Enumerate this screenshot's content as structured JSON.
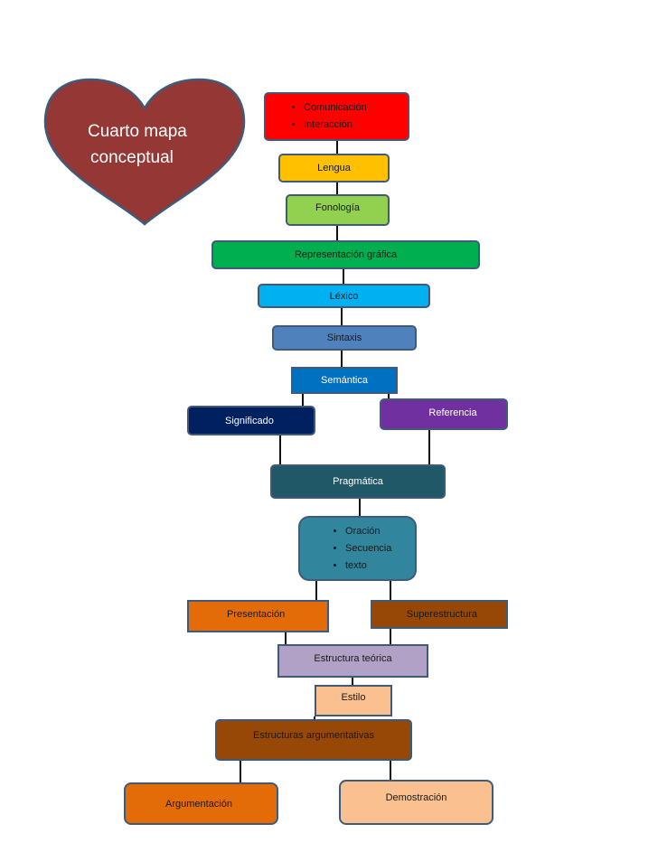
{
  "title": {
    "line1": "Cuarto mapa",
    "line2": "conceptual",
    "heart_color": "#953735"
  },
  "nodes": {
    "comunicacion": {
      "items": [
        "Comunicación",
        "Interacción"
      ],
      "color": "#ff0000"
    },
    "lengua": {
      "label": "Lengua",
      "color": "#ffc000"
    },
    "fonologia": {
      "label": "Fonología",
      "color": "#92d050"
    },
    "representacion": {
      "label": "Representación gráfica",
      "color": "#00b050"
    },
    "lexico": {
      "label": "Léxico",
      "color": "#00b0f0"
    },
    "sintaxis": {
      "label": "Sintaxis",
      "color": "#4f81bd"
    },
    "semantica": {
      "label": "Semántica",
      "color": "#0070c0"
    },
    "significado": {
      "label": "Significado",
      "color": "#002060"
    },
    "referencia": {
      "label": "Referencia",
      "color": "#7030a0"
    },
    "pragmatica": {
      "label": "Pragmática",
      "color": "#215868"
    },
    "oracion": {
      "items": [
        "Oración",
        "Secuencia",
        "texto"
      ],
      "color": "#31859c"
    },
    "presentacion": {
      "label": "Presentación",
      "color": "#e36c09"
    },
    "superestructura": {
      "label": "Superestructura",
      "color": "#984806"
    },
    "estructura_teorica": {
      "label": "Estructura teórica",
      "color": "#b2a1c7"
    },
    "estilo": {
      "label": "Estilo",
      "color": "#fac090"
    },
    "estructuras_argumentativas": {
      "label": "Estructuras argumentativas",
      "color": "#984806"
    },
    "argumentacion": {
      "label": "Argumentación",
      "color": "#e36c09"
    },
    "demostracion": {
      "label": "Demostración",
      "color": "#fac090"
    }
  }
}
